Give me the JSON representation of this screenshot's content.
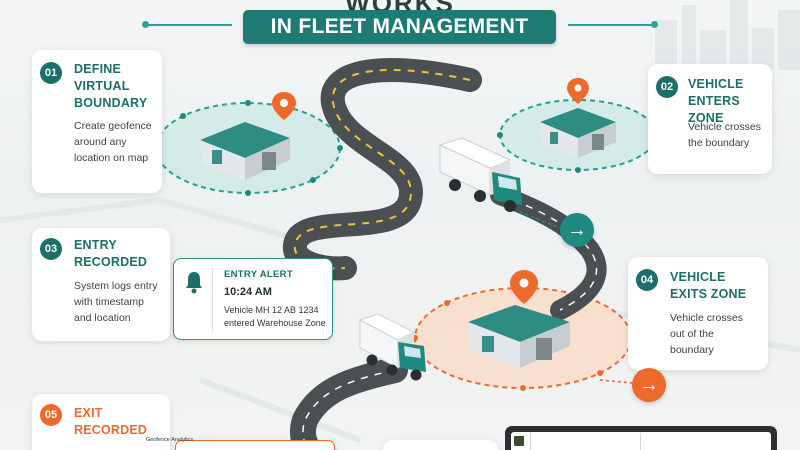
{
  "header": {
    "cut_title": "WORKS",
    "banner": "IN FLEET MANAGEMENT"
  },
  "steps": [
    {
      "number": "01",
      "title": "DEFINE\nVIRTUAL\nBOUNDARY",
      "description": "Create geofence\naround any\nlocation on map"
    },
    {
      "number": "02",
      "title": "VEHICLE\nENTERS ZONE",
      "description": "Vehicle crosses\nthe boundary"
    },
    {
      "number": "03",
      "title": "ENTRY\nRECORDED",
      "description": "System logs entry\nwith timestamp\nand location"
    },
    {
      "number": "04",
      "title": "VEHICLE\nEXITS ZONE",
      "description": "Vehicle crosses\nout of the\nboundary"
    },
    {
      "number": "05",
      "title": "EXIT\nRECORDED",
      "description": ""
    }
  ],
  "alert": {
    "title": "ENTRY ALERT",
    "time": "10:24 AM",
    "message": "Vehicle MH 12 AB 1234\nentered Warehouse Zone"
  },
  "dashboard": {
    "title": "Geofence Analytics"
  },
  "colors": {
    "teal": "#1e6e69",
    "teal_accent": "#26a69a",
    "orange": "#ee6a2c"
  },
  "icons": [
    "location-pin-icon",
    "warehouse-icon",
    "truck-icon",
    "bell-icon",
    "arrow-right-icon"
  ]
}
